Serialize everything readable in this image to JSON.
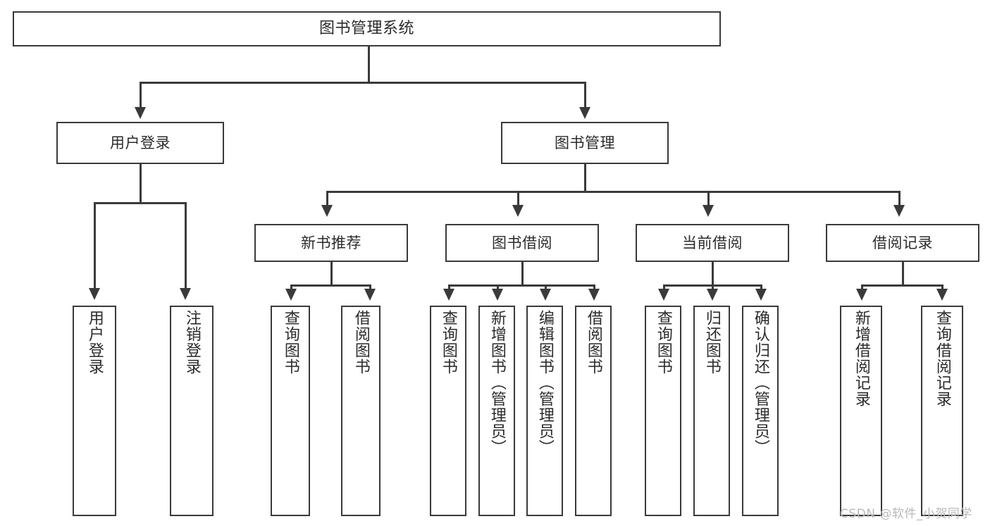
{
  "diagram": {
    "title": "图书管理系统",
    "type": "hierarchy-tree",
    "root": {
      "label": "图书管理系统"
    },
    "level2": [
      {
        "label": "用户登录"
      },
      {
        "label": "图书管理"
      }
    ],
    "level3": [
      {
        "label": "新书推荐"
      },
      {
        "label": "图书借阅"
      },
      {
        "label": "当前借阅"
      },
      {
        "label": "借阅记录"
      }
    ],
    "leaves": {
      "user_login": [
        {
          "label": "用户登录"
        },
        {
          "label": "注销登录"
        }
      ],
      "new_book": [
        {
          "label": "查询图书"
        },
        {
          "label": "借阅图书"
        }
      ],
      "book_borrow": [
        {
          "label": "查询图书"
        },
        {
          "label": "新增图书（管理员）"
        },
        {
          "label": "编辑图书（管理员）"
        },
        {
          "label": "借阅图书"
        }
      ],
      "current_borrow": [
        {
          "label": "查询图书"
        },
        {
          "label": "归还图书"
        },
        {
          "label": "确认归还（管理员）"
        }
      ],
      "borrow_record": [
        {
          "label": "新增借阅记录"
        },
        {
          "label": "查询借阅记录"
        }
      ]
    }
  },
  "watermark": {
    "text": "CSDN @软件_小贺同学"
  },
  "colors": {
    "line": "#3a3a3a",
    "text": "#2b2b2b",
    "background": "#ffffff",
    "watermark": "#b9b9b9"
  }
}
